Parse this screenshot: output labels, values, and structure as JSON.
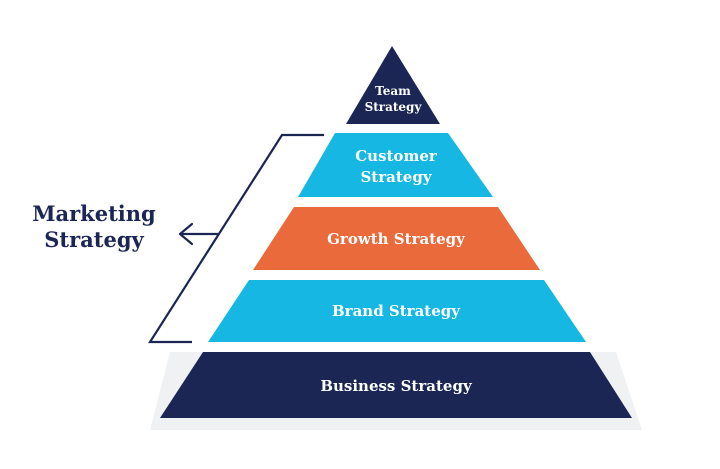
{
  "colors": {
    "navy": "#1b2654",
    "cyan": "#16b8e3",
    "orange": "#ea6a3c",
    "shadow": "#d9dbe1"
  },
  "pyramid": {
    "team": {
      "line1": "Team",
      "line2": "Strategy"
    },
    "customer": {
      "line1": "Customer",
      "line2": "Strategy"
    },
    "growth": {
      "label": "Growth Strategy"
    },
    "brand": {
      "label": "Brand Strategy"
    },
    "business": {
      "label": "Business Strategy"
    }
  },
  "bracket": {
    "line1": "Marketing",
    "line2": "Strategy",
    "arrow_icon": "arrow-left-icon"
  }
}
